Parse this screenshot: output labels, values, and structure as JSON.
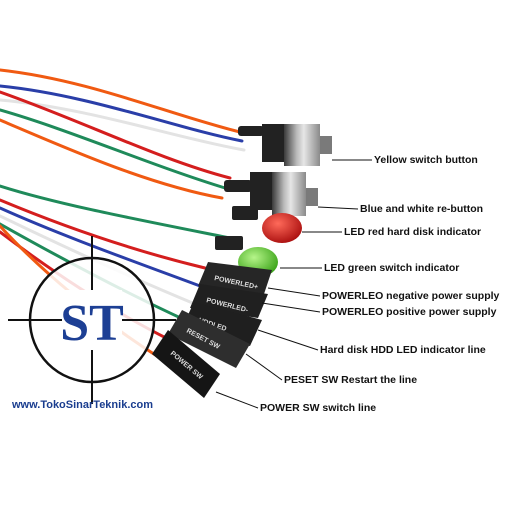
{
  "logo": {
    "text": "ST"
  },
  "website": "www.TokoSinarTeknik.com",
  "connector_labels": [
    "POWERLED+",
    "POWERLED-",
    "HDDLED",
    "RESET SW",
    "POWER SW"
  ],
  "callouts": [
    "Yellow switch button",
    "Blue and white re-button",
    "LED red hard disk indicator",
    "LED green switch indicator",
    "POWERLEO negative power supply",
    "POWERLEO positive power supply",
    "Hard disk HDD LED indicator line",
    "PESET SW Restart the line",
    "POWER SW switch line"
  ],
  "colors": {
    "wire_orange": "#f05a12",
    "wire_red": "#d41e1e",
    "wire_blue": "#2a3ea8",
    "wire_green": "#1f8a5a",
    "wire_white": "#f2f2f2",
    "logo_blue": "#1d3f94",
    "led_red": "#c81818",
    "led_green": "#4ec21e"
  }
}
